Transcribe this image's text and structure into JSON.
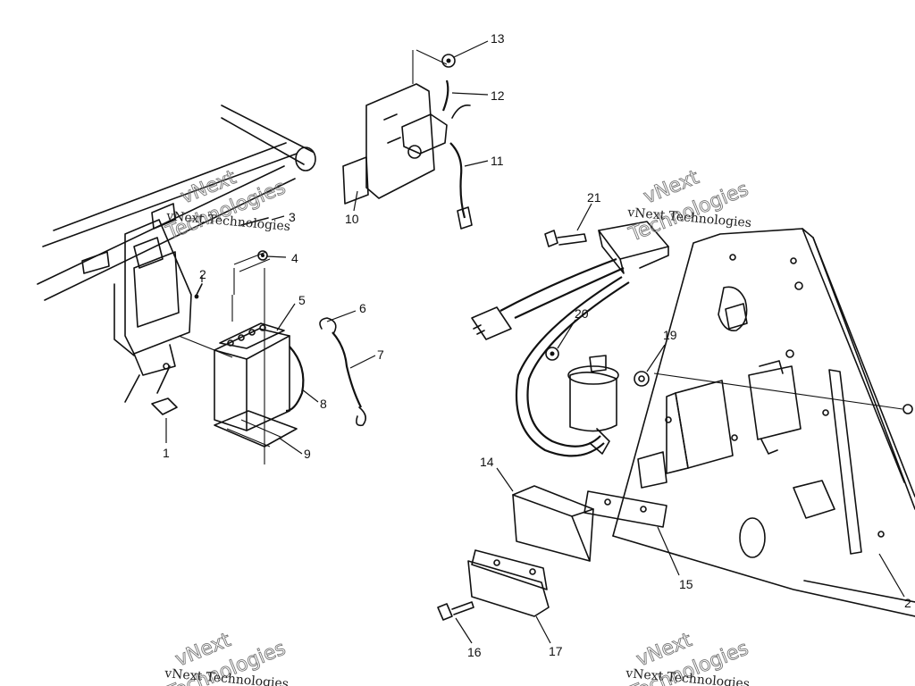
{
  "watermark": {
    "text_small": "vNext Technologies",
    "text_big_line1": "vNext",
    "text_big_line2": "Technologies"
  },
  "callouts": [
    "1",
    "2",
    "3",
    "4",
    "5",
    "6",
    "7",
    "8",
    "9",
    "10",
    "11",
    "12",
    "13",
    "14",
    "15",
    "16",
    "17",
    "19",
    "20",
    "21",
    "2"
  ],
  "colors": {
    "ink": "#111111",
    "background": "#ffffff",
    "watermark": "#777777"
  }
}
